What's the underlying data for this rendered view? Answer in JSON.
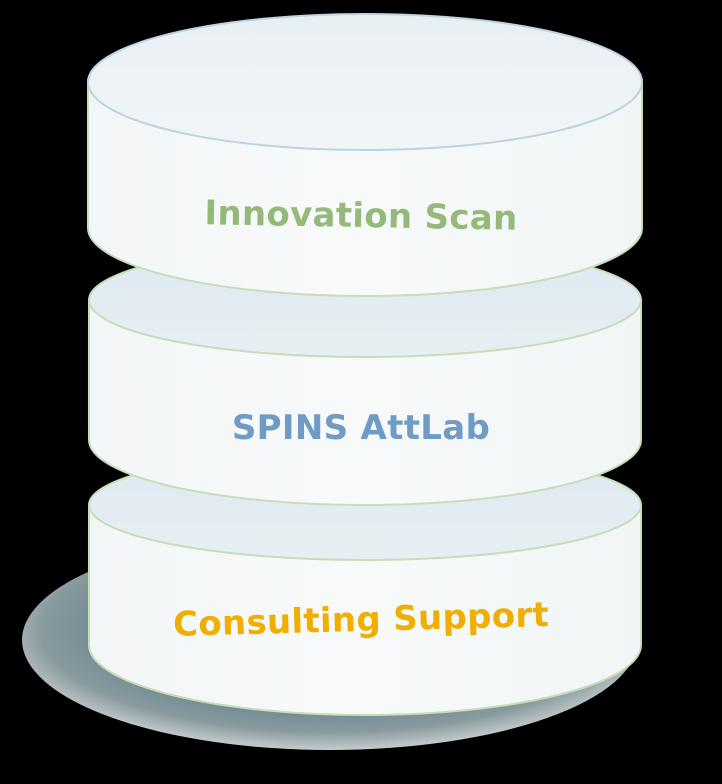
{
  "diagram": {
    "type": "stacked-cylinders",
    "background": "#000000",
    "tiers": [
      {
        "position": "top",
        "label": "Innovation Scan",
        "color": "#94b97a"
      },
      {
        "position": "middle",
        "label": "SPINS AttLab",
        "color": "#6f9bc4"
      },
      {
        "position": "bottom",
        "label": "Consulting Support",
        "color": "#f0ae00"
      }
    ],
    "cylinder_fill": "#f5f8f9",
    "cylinder_cap_fill": "#e3ecf3",
    "cylinder_outline": "#c6ddb8"
  }
}
